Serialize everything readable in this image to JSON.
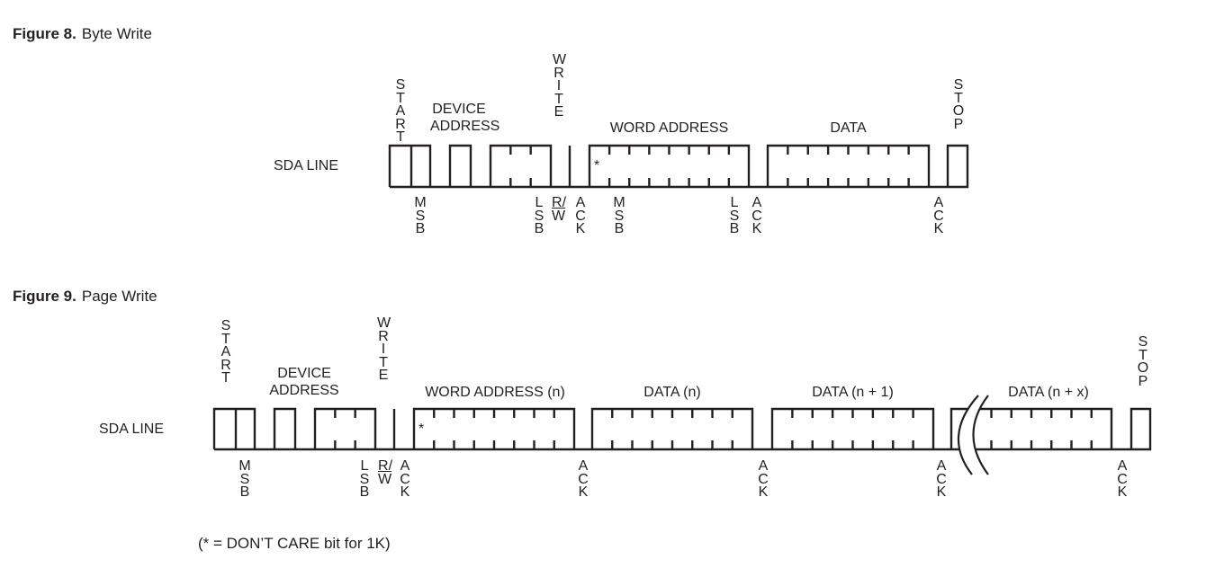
{
  "figure8": {
    "number": "Figure 8.",
    "title": "Byte Write",
    "sda_label": "SDA LINE",
    "top_labels": {
      "start": "START",
      "device_address": "DEVICE ADDRESS",
      "write": "WRITE",
      "word_address": "WORD ADDRESS",
      "data": "DATA",
      "stop": "STOP"
    },
    "bottom_labels": {
      "msb1": "MSB",
      "lsb1": "LSB",
      "rw": {
        "r": "R",
        "slash": "/",
        "w": "W"
      },
      "ack1": "ACK",
      "msb2": "MSB",
      "lsb2": "LSB",
      "ack2": "ACK",
      "ack3": "ACK"
    },
    "dont_care_mark": "*"
  },
  "figure9": {
    "number": "Figure 9.",
    "title": "Page Write",
    "sda_label": "SDA LINE",
    "top_labels": {
      "start": "START",
      "device_address": "DEVICE ADDRESS",
      "write": "WRITE",
      "word_address": "WORD ADDRESS (n)",
      "data_n": "DATA (n)",
      "data_n1": "DATA (n + 1)",
      "data_nx": "DATA (n + x)",
      "stop": "STOP"
    },
    "bottom_labels": {
      "msb": "MSB",
      "lsb": "LSB",
      "rw": {
        "r": "R",
        "slash": "/",
        "w": "W"
      },
      "ack1": "ACK",
      "ack2": "ACK",
      "ack3": "ACK",
      "ack4": "ACK",
      "ack5": "ACK"
    },
    "dont_care_mark": "*"
  },
  "footnote": "(* = DON’T CARE bit for 1K)"
}
